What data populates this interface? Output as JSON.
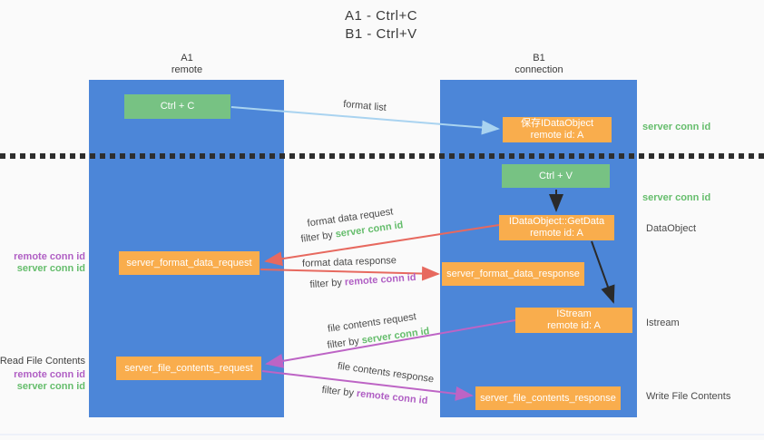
{
  "colors": {
    "background": "#fafafa",
    "lane_blue": "#4c86d8",
    "node_orange": "#f9ad4d",
    "node_green": "#77c283",
    "arrow_light_blue": "#a9d3f0",
    "arrow_black": "#2a2a2a",
    "arrow_red": "#e7695f",
    "arrow_magenta": "#bd64c5",
    "text_green": "#65bd6c",
    "text_purple": "#b05fc4",
    "text_dark": "#3f3f3f"
  },
  "title": {
    "line1": "A1 - Ctrl+C",
    "line2": "B1 - Ctrl+V"
  },
  "lanes": {
    "left": {
      "name": "A1",
      "subtitle": "remote"
    },
    "right": {
      "name": "B1",
      "subtitle": "connection"
    }
  },
  "nodes": {
    "ctrl_c": {
      "label": "Ctrl + C"
    },
    "ctrl_v": {
      "label": "Ctrl + V"
    },
    "save_dataobject": {
      "line1": "保存IDataObject",
      "line2": "remote id: A"
    },
    "getdata": {
      "line1": "IDataObject::GetData",
      "line2": "remote id: A"
    },
    "istream": {
      "line1": "IStream",
      "line2": "remote id: A"
    },
    "format_request": {
      "label": "server_format_data_request"
    },
    "format_response": {
      "label": "server_format_data_response"
    },
    "file_request": {
      "label": "server_file_contents_request"
    },
    "file_response": {
      "label": "server_file_contents_response"
    }
  },
  "edge_labels": {
    "format_list": "format list",
    "format_data_request": "format data request",
    "format_data_response": "format data response",
    "file_contents_request": "file contents request",
    "file_contents_response": "file contents response",
    "filter_by": "filter by",
    "server_conn_id": "server conn id",
    "remote_conn_id": "remote conn id"
  },
  "annotations": {
    "left_mid": {
      "remote": "remote conn id",
      "server": "server conn id"
    },
    "left_bottom": {
      "title": "Read File Contents",
      "remote": "remote conn id",
      "server": "server conn id"
    },
    "right_save": "server conn id",
    "right_ctrlv": "server conn id",
    "right_dataobject": "DataObject",
    "right_istream": "Istream",
    "right_write": "Write File Contents"
  }
}
